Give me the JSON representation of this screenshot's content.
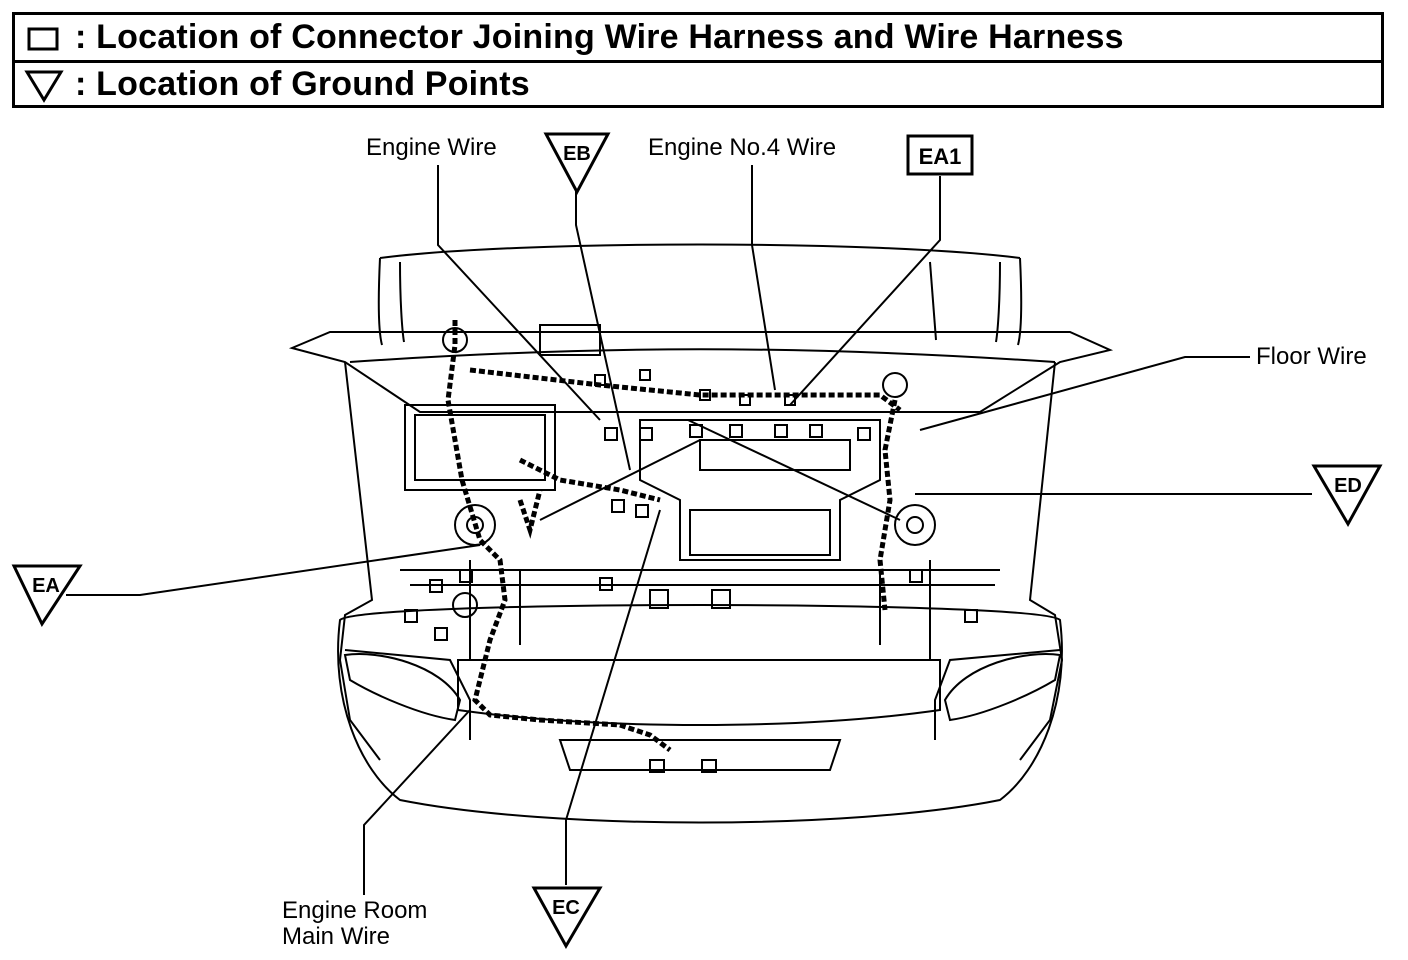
{
  "legend": {
    "connector_text": ": Location of Connector Joining Wire Harness and Wire Harness",
    "ground_text": ": Location of Ground Points",
    "connector_symbol": "square-outline-icon",
    "ground_symbol": "triangle-down-icon"
  },
  "labels": {
    "engine_wire": "Engine Wire",
    "engine_no4_wire": "Engine No.4 Wire",
    "floor_wire": "Floor Wire",
    "engine_room_main_wire_line1": "Engine Room",
    "engine_room_main_wire_line2": "Main Wire"
  },
  "ground_points": {
    "eb": "EB",
    "ea": "EA",
    "ed": "ED",
    "ec": "EC"
  },
  "connectors": {
    "ea1": "EA1"
  }
}
